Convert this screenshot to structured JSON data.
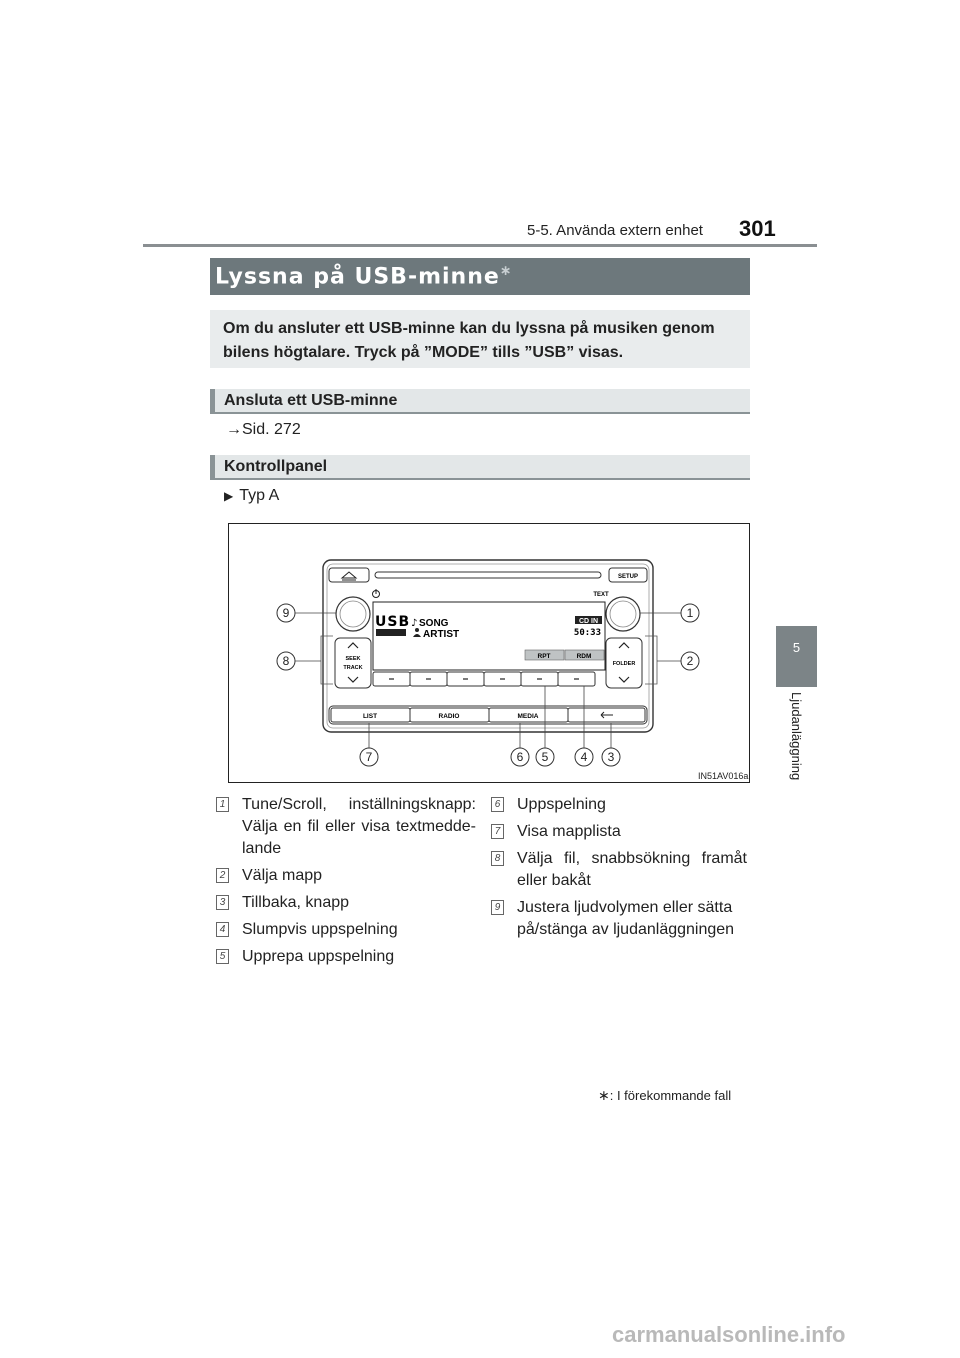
{
  "header": {
    "section": "5-5. Använda extern enhet",
    "page_number": "301"
  },
  "side_tab": {
    "chapter_number": "5",
    "chapter_title": "Ljudanläggning"
  },
  "title": {
    "text": "Lyssna på USB-minne",
    "marker": "∗"
  },
  "intro": "Om du ansluter ett USB-minne kan du lyssna på musiken genom bilens högtalare. Tryck på ”MODE” tills ”USB” visas.",
  "sections": [
    {
      "heading": "Ansluta ett USB-minne",
      "reference": "→Sid. 272"
    },
    {
      "heading": "Kontrollpanel",
      "type_label": "Typ A"
    }
  ],
  "figure": {
    "code": "IN51AV016a",
    "display": {
      "mode": "USB",
      "song": "SONG",
      "artist": "ARTIST",
      "source_badge": "CD IN",
      "time": "50:33",
      "rpt": "RPT",
      "rdm": "RDM"
    },
    "buttons": {
      "setup": "SETUP",
      "text": "TEXT",
      "seek_track": [
        "SEEK",
        "TRACK"
      ],
      "folder": "FOLDER",
      "list": "LIST",
      "radio": "RADIO",
      "media": "MEDIA"
    },
    "callouts": [
      "1",
      "2",
      "3",
      "4",
      "5",
      "6",
      "7",
      "8",
      "9"
    ]
  },
  "legend": {
    "left": [
      {
        "num": "1",
        "text": "Tune/Scroll, inställningsknapp: Välja en fil eller visa textmedde-lande"
      },
      {
        "num": "2",
        "text": "Välja mapp"
      },
      {
        "num": "3",
        "text": "Tillbaka, knapp"
      },
      {
        "num": "4",
        "text": "Slumpvis uppspelning"
      },
      {
        "num": "5",
        "text": "Upprepa uppspelning"
      }
    ],
    "right": [
      {
        "num": "6",
        "text": "Uppspelning"
      },
      {
        "num": "7",
        "text": "Visa mapplista"
      },
      {
        "num": "8",
        "text": "Välja fil, snabbsökning framåt eller bakåt"
      },
      {
        "num": "9",
        "text": "Justera ljudvolymen eller sätta på/stänga av ljudanläggningen"
      }
    ]
  },
  "footnote": {
    "marker": "∗",
    "text": ": I förekommande fall"
  },
  "watermark": "carmanualsonline.info"
}
